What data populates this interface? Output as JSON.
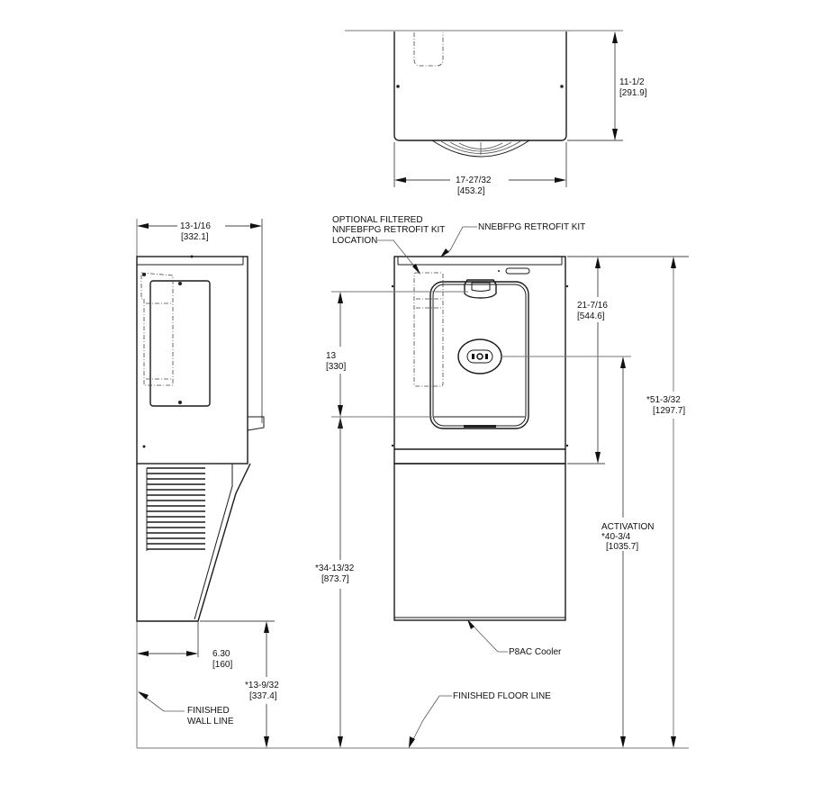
{
  "drawing": {
    "title": "Bottle filler retrofit kit installation dimensions",
    "views": [
      "top-view",
      "side-view",
      "front-view"
    ]
  },
  "top_view": {
    "depth": {
      "imperial": "11-1/2",
      "metric": "[291.9]"
    },
    "width": {
      "imperial": "17-27/32",
      "metric": "[453.2]"
    }
  },
  "side_view": {
    "width": {
      "imperial": "13-1/16",
      "metric": "[332.1]"
    },
    "wall_offset": {
      "imperial": "6.30",
      "metric": "[160]"
    },
    "cooler_bottom_height": {
      "imperial": "*13-9/32",
      "metric": "[337.4]"
    },
    "callout_wall": {
      "line1": "FINISHED",
      "line2": "WALL LINE"
    }
  },
  "front_view": {
    "callout_optional": {
      "line1": "OPTIONAL FILTERED",
      "line2": "NNFEBFPG RETROFIT KIT",
      "line3": "LOCATION"
    },
    "callout_kit": "NNEBFPG RETROFIT KIT",
    "callout_cooler": "P8AC Cooler",
    "callout_floor": "FINISHED FLOOR LINE",
    "bottle_opening": {
      "imperial": "13",
      "metric": "[330]"
    },
    "kit_height": {
      "imperial": "21-7/16",
      "metric": "[544.6]"
    },
    "total_height": {
      "imperial": "*51-3/32",
      "metric": "[1297.7]"
    },
    "activation": {
      "label": "ACTIVATION",
      "imperial": "*40-3/4",
      "metric": "[1035.7]"
    },
    "basin_height": {
      "imperial": "*34-13/32",
      "metric": "[873.7]"
    }
  },
  "colors": {
    "line": "#1a1a1a",
    "dimension": "#444444",
    "background": "#ffffff"
  }
}
